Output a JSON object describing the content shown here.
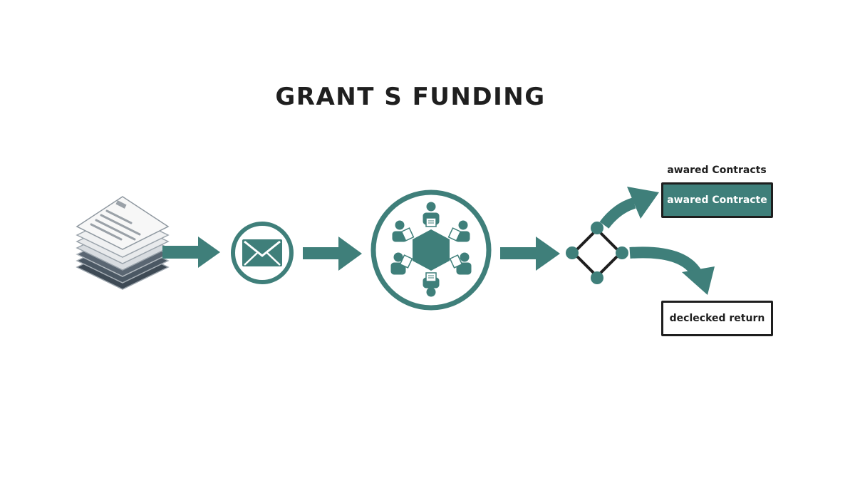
{
  "title": "GRANT S FUNDING",
  "colors": {
    "teal": "#3f7f7a",
    "dark": "#1e1e1e",
    "paper": "#f2f2f2"
  },
  "icons": {
    "documents": "document-stack-icon",
    "envelope": "envelope-icon",
    "committee": "committee-table-icon",
    "decision": "decision-diamond-icon"
  },
  "outcomes": {
    "awarded_caption": "awared Contracts",
    "awarded_label": "awared Contracte",
    "declined_label": "declecked return"
  }
}
